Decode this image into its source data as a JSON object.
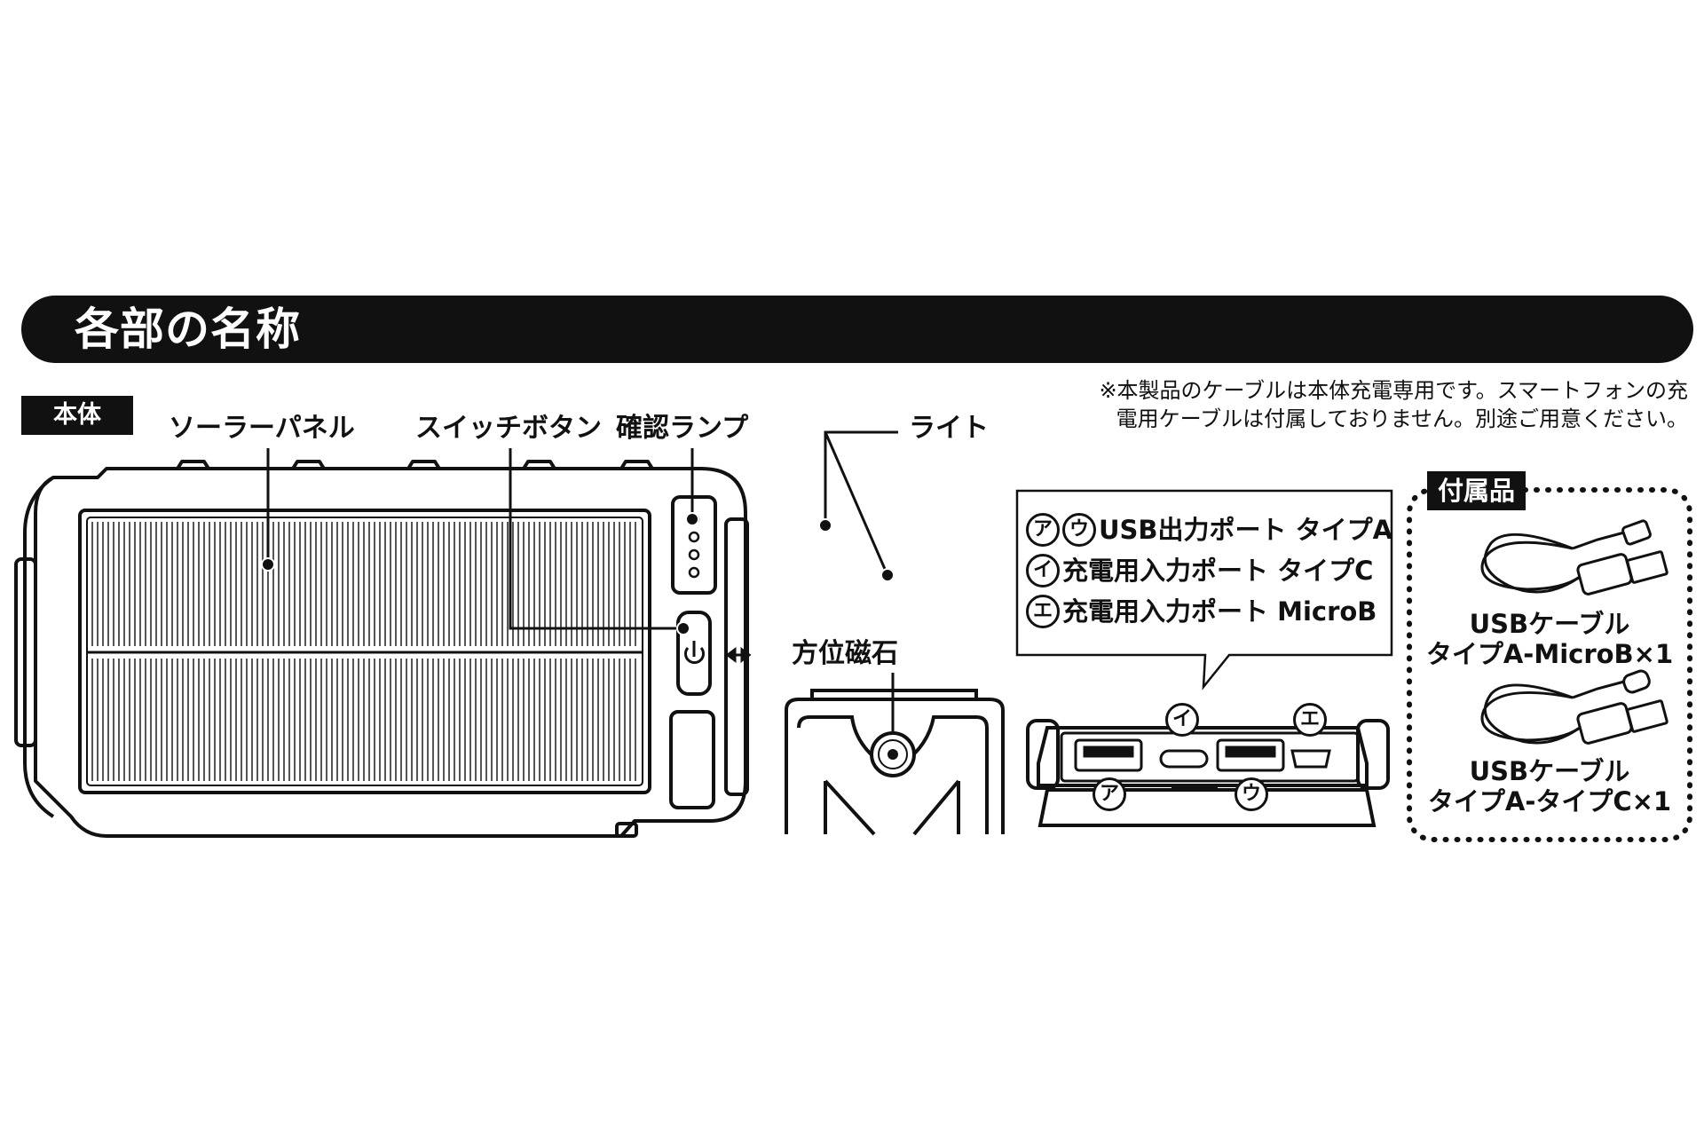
{
  "title": "各部の名称",
  "main_unit_tag": "本体",
  "labels": {
    "solar_panel": "ソーラーパネル",
    "switch_button": "スイッチボタン",
    "check_lamp": "確認ランプ",
    "light": "ライト",
    "compass": "方位磁石"
  },
  "note": {
    "line1": "※本製品のケーブルは本体充電専用です。スマートフォンの充",
    "line2": "電用ケーブルは付属しておりません。別途ご用意ください。"
  },
  "ports": [
    {
      "markers": [
        "ア",
        "ウ"
      ],
      "text": "USB出力ポート タイプA"
    },
    {
      "markers": [
        "イ"
      ],
      "text": "充電用入力ポート タイプC"
    },
    {
      "markers": [
        "エ"
      ],
      "text": "充電用入力ポート MicroB"
    }
  ],
  "port_markers": {
    "a": "ア",
    "i": "イ",
    "u": "ウ",
    "e": "エ"
  },
  "accessories": {
    "tag": "付属品",
    "items": [
      {
        "line1": "USBケーブル",
        "line2": "タイプA-MicroB×1"
      },
      {
        "line1": "USBケーブル",
        "line2": "タイプA-タイプC×1"
      }
    ]
  },
  "icons": {
    "compass": "compass-icon",
    "power": "power-icon",
    "arrows": "double-arrow-icon"
  }
}
